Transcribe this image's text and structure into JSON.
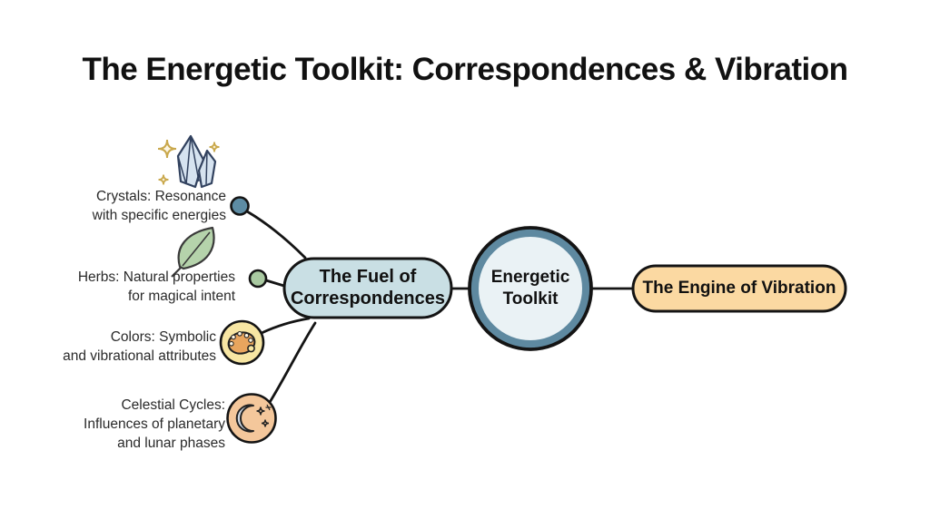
{
  "title": "The Energetic Toolkit: Correspondences & Vibration",
  "diagram": {
    "root": {
      "lines": [
        "Energetic",
        "Toolkit"
      ]
    },
    "left_branch": {
      "lines": [
        "The Fuel of",
        "Correspondences"
      ]
    },
    "right_branch": {
      "label": "The Engine of Vibration"
    },
    "leaves": [
      {
        "name": "crystals",
        "icon": "crystal-icon",
        "lines": [
          "Crystals: Resonance",
          "with specific energies"
        ]
      },
      {
        "name": "herbs",
        "icon": "leaf-icon",
        "lines": [
          "Herbs: Natural properties",
          "for magical intent"
        ]
      },
      {
        "name": "colors",
        "icon": "palette-icon",
        "lines": [
          "Colors: Symbolic",
          "and vibrational attributes"
        ]
      },
      {
        "name": "celestial-cycles",
        "icon": "moon-stars-icon",
        "lines": [
          "Celestial Cycles:",
          "Influences of planetary",
          "and lunar phases"
        ]
      }
    ]
  },
  "colors": {
    "background": "#ffffff",
    "text": "#1d1d1d",
    "outline": "#141414",
    "fuel_node_fill": "#c9dfe4",
    "engine_node_fill": "#fbd9a2",
    "toolkit_ring": "#5e89a0",
    "toolkit_inner_fill": "#eaf2f5",
    "crystal_dot": "#5d8ca4",
    "herb_dot": "#a9c9a1",
    "palette_badge_fill": "#f7e6a3",
    "palette_fill": "#e8a55e",
    "celestial_badge_fill": "#f4c79b",
    "moon_fill": "#cfd9e4",
    "leaf_fill": "#b5d3ab",
    "crystal_fill": "#d6e3f0",
    "sparkle_gold": "#c9a84c"
  }
}
